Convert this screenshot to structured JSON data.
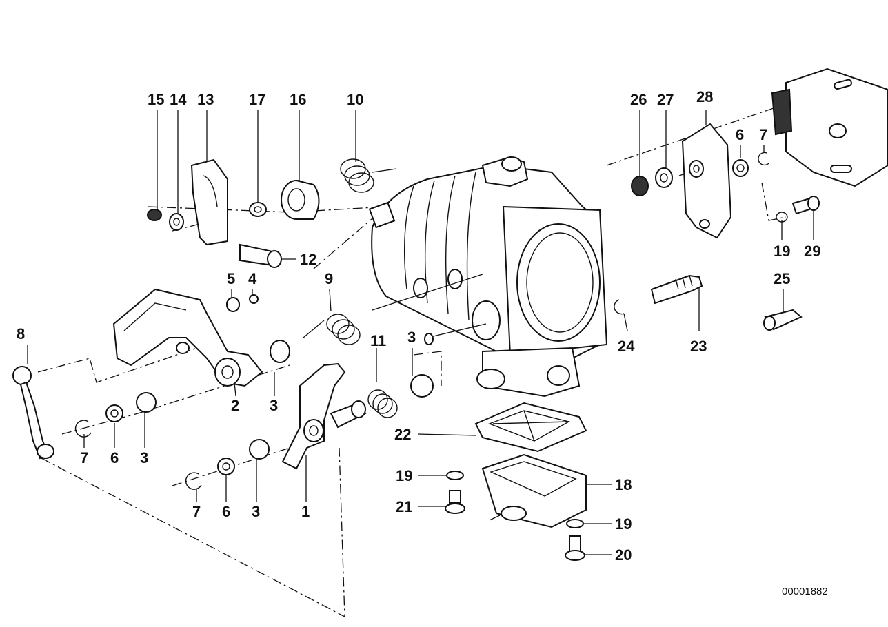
{
  "reference_code": "00001882",
  "part_labels": {
    "p1": "1",
    "p2": "2",
    "p3a": "3",
    "p3b": "3",
    "p3c": "3",
    "p3d": "3",
    "p4": "4",
    "p5": "5",
    "p6a": "6",
    "p6b": "6",
    "p6c": "6",
    "p7a": "7",
    "p7b": "7",
    "p7c": "7",
    "p8": "8",
    "p9": "9",
    "p10": "10",
    "p11": "11",
    "p12": "12",
    "p13": "13",
    "p14": "14",
    "p15": "15",
    "p16": "16",
    "p17": "17",
    "p18": "18",
    "p19a": "19",
    "p19b": "19",
    "p19c": "19",
    "p20": "20",
    "p21": "21",
    "p22": "22",
    "p23": "23",
    "p24": "24",
    "p25": "25",
    "p26": "26",
    "p27": "27",
    "p28": "28",
    "p29": "29"
  }
}
